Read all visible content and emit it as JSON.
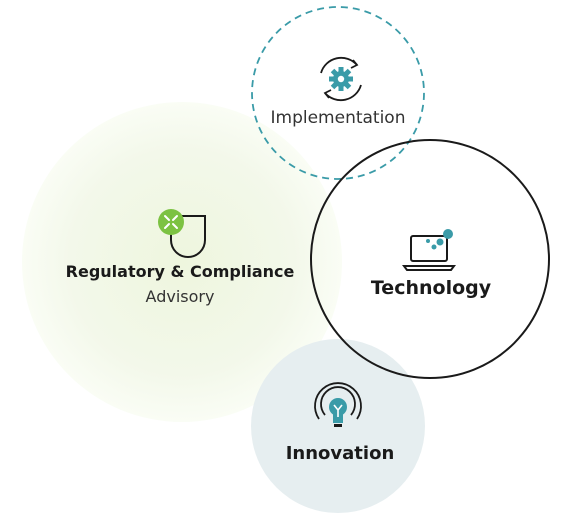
{
  "nodes": {
    "implementation": {
      "label": "Implementation",
      "icon": "gear-cycle-icon"
    },
    "regulatory": {
      "title": "Regulatory & Compliance",
      "subtitle": "Advisory",
      "icon": "compliance-shield-icon"
    },
    "technology": {
      "label": "Technology",
      "icon": "laptop-network-icon"
    },
    "innovation": {
      "label": "Innovation",
      "icon": "lightbulb-icon"
    }
  },
  "colors": {
    "teal": "#3a9ba8",
    "green": "#7cc242",
    "light_green": "#f1f7e6",
    "light_blue": "#e6eef0",
    "dark": "#1a1a1a"
  }
}
